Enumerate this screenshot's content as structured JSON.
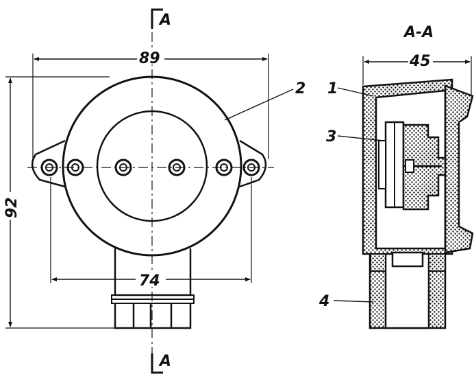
{
  "section_marks": {
    "top": "A",
    "bottom": "A",
    "section_title": "A-A"
  },
  "dimensions": {
    "overall_width": "89",
    "hole_spacing": "74",
    "overall_height": "92",
    "section_depth": "45"
  },
  "callouts": {
    "part_1": "1",
    "part_2": "2",
    "part_3": "3",
    "part_4": "4"
  },
  "colors": {
    "ink": "#111111",
    "paper": "#ffffff"
  }
}
